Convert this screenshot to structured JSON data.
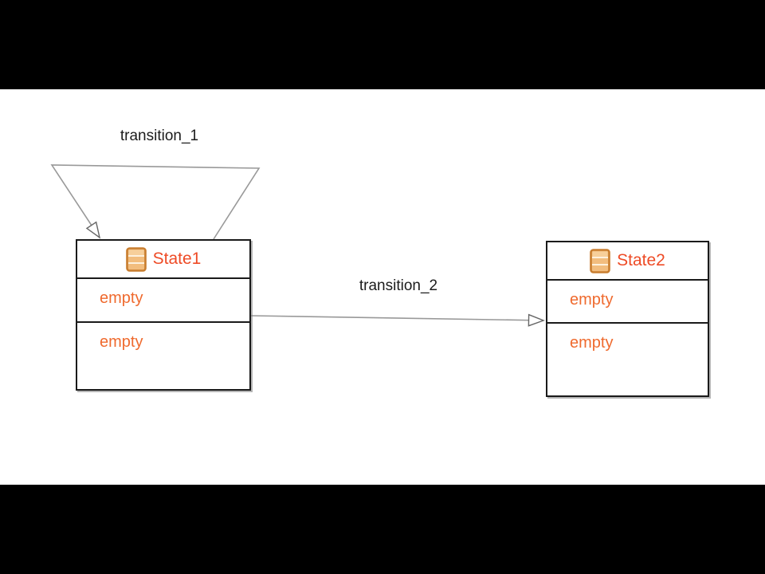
{
  "diagram": {
    "type": "state-machine",
    "states": [
      {
        "name": "State1",
        "rows": [
          "empty",
          "empty"
        ]
      },
      {
        "name": "State2",
        "rows": [
          "empty",
          "empty"
        ]
      }
    ],
    "transitions": [
      {
        "label": "transition_1",
        "from": "State1",
        "to": "State1",
        "kind": "self-loop"
      },
      {
        "label": "transition_2",
        "from": "State1",
        "to": "State2",
        "kind": "straight"
      }
    ]
  },
  "colors": {
    "letterbox": "#000000",
    "canvas": "#ffffff",
    "state_border": "#1a1a1a",
    "state_title": "#ee4b26",
    "row_text": "#ef6a2e",
    "transition_label": "#1c1c1c",
    "connector": "#999999",
    "arrowhead_fill": "#ffffff",
    "arrowhead_stroke": "#666666",
    "icon_border": "#c87d2e",
    "icon_fill": "#f2bd7e"
  }
}
